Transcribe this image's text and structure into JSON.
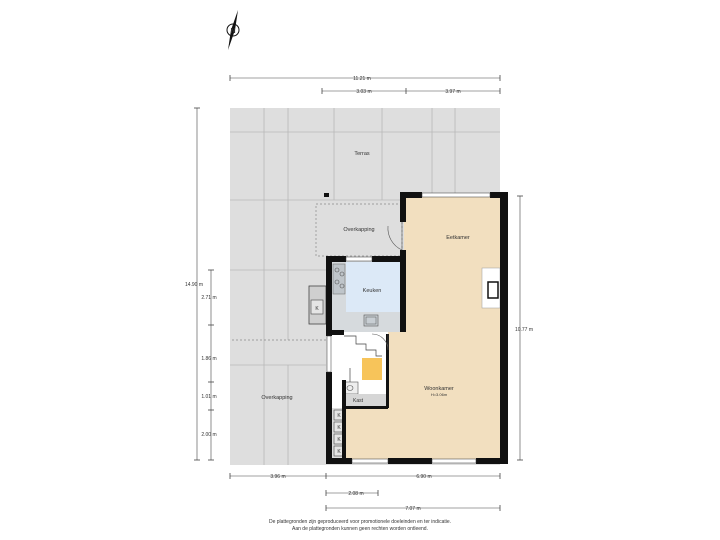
{
  "compass": {
    "label": "N"
  },
  "rooms": {
    "terras": "Terras",
    "overkapping_top": "Overkapping",
    "eetkamer": "Eetkamer",
    "keuken": "Keuken",
    "woonkamer": "Woonkamer",
    "woonkamer_height": "H=3.06m",
    "kast": "Kast",
    "overkapping_bottom": "Overkapping",
    "k_outside": "K",
    "k1": "K",
    "k2": "K",
    "k3": "K",
    "k4": "K"
  },
  "dimensions": {
    "total_width_top": "11.21 m",
    "width_top_mid": "3.03 m",
    "width_top_right": "3.97 m",
    "total_height_left": "14.90 m",
    "height_271": "2.71 m",
    "height_186": "1.86 m",
    "height_101": "1.01 m",
    "height_200": "2.00 m",
    "height_right": "10.77 m",
    "width_bottom_left": "3.96 m",
    "width_bottom_right": "6.90 m",
    "width_bottom_small": "2.08 m",
    "width_bottom_total": "7.07 m"
  },
  "disclaimer": {
    "line1": "De plattegronden zijn geproduceerd voor promotionele doeleinden en ter indicatie.",
    "line2": "Aan de plattegronden kunnen geen rechten worden ontleend."
  },
  "colors": {
    "terrace": "#dedede",
    "terrace_grid": "#b8b8b8",
    "living_floor": "#f2dfbf",
    "kitchen_floor": "#d6dadd",
    "kitchen_counter": "#dce9f7",
    "stair_fill": "#f7c45a",
    "wall": "#111111"
  }
}
